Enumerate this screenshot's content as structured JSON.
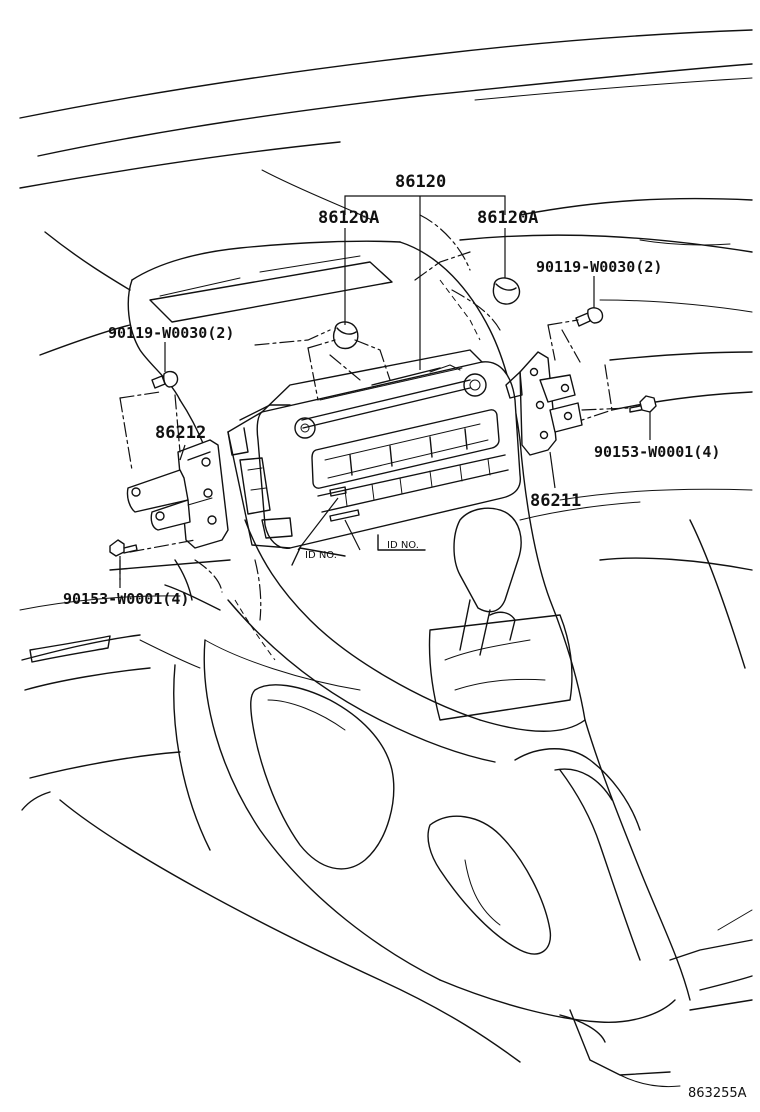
{
  "diagram": {
    "labels": {
      "radio_assembly": "86120",
      "knob_left": "86120A",
      "knob_right": "86120A",
      "screw_upper_right": "90119-W0030(2)",
      "screw_upper_left": "90119-W0030(2)",
      "bracket_left": "86212",
      "bracket_right": "86211",
      "bolt_right": "90153-W0001(4)",
      "bolt_left": "90153-W0001(4)"
    },
    "id_tag_left": "ID NO.",
    "id_tag_right": "ID NO.",
    "reference_code": "863255A"
  }
}
